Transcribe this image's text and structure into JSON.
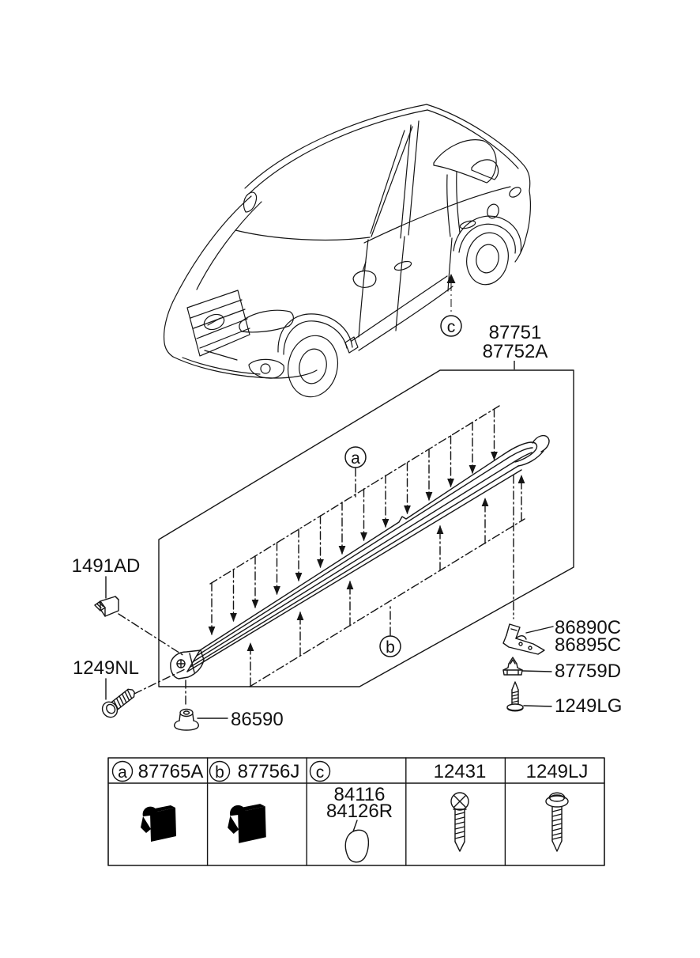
{
  "page": {
    "background": "#ffffff",
    "line_color": "#151515"
  },
  "assembly_label": {
    "line1": "87751",
    "line2": "87752A"
  },
  "callouts": {
    "a": "a",
    "b": "b",
    "c": "c"
  },
  "parts": {
    "clip_1491ad": "1491AD",
    "screw_1249nl": "1249NL",
    "grommet_86590": "86590",
    "bracket_86890c": "86890C",
    "bracket_86895c": "86895C",
    "clip_87759d": "87759D",
    "screw_1249lg": "1249LG"
  },
  "table": {
    "columns": [
      {
        "callout": "a",
        "part_number": "87765A",
        "icon": "side-moulding-clip"
      },
      {
        "callout": "b",
        "part_number": "87756J",
        "icon": "side-moulding-clip"
      },
      {
        "callout": "c",
        "part_number": "",
        "cell_labels": [
          "84116",
          "84126R"
        ],
        "icon": "moulding-pad"
      },
      {
        "callout": "",
        "part_number": "12431",
        "icon": "tapping-screw"
      },
      {
        "callout": "",
        "part_number": "1249LJ",
        "icon": "washer-head-screw"
      }
    ]
  }
}
